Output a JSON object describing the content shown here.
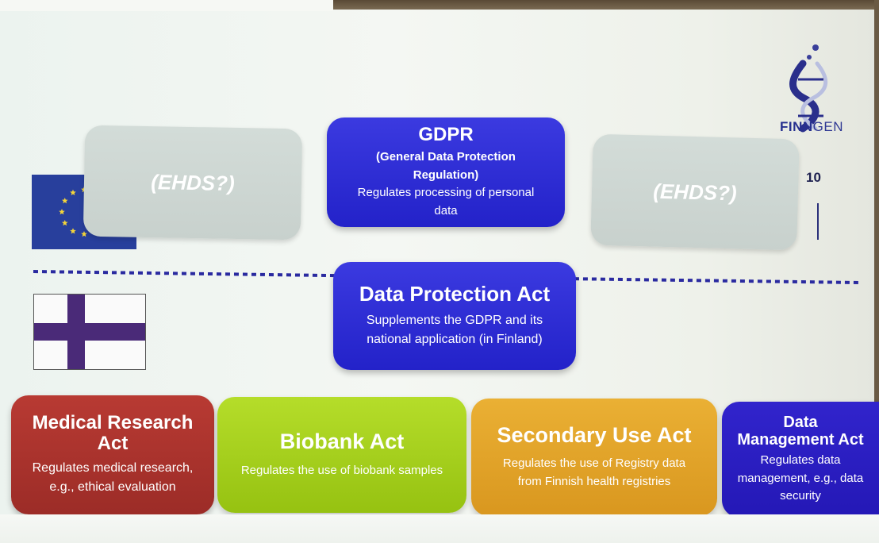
{
  "logo": {
    "name_part1": "FINN",
    "name_part2": "GEN",
    "colors": {
      "primary": "#27318f",
      "helix": "#2a2f8c",
      "dots": "#3a3f9a"
    }
  },
  "page_number": "10",
  "eu": {
    "left_box": {
      "title": "(EHDS?)"
    },
    "center_box": {
      "title": "GDPR",
      "subtitle_line1": "(General Data Protection",
      "subtitle_line2": "Regulation)",
      "desc_line1": "Regulates processing of personal",
      "desc_line2": "data"
    },
    "right_box": {
      "title": "(EHDS?)"
    }
  },
  "national": {
    "center_box": {
      "title": "Data Protection Act",
      "desc_line1": "Supplements the GDPR and its",
      "desc_line2": "national application (in Finland)"
    }
  },
  "acts": [
    {
      "title_line1": "Medical Research",
      "title_line2": "Act",
      "desc_line1": "Regulates medical research,",
      "desc_line2": "e.g., ethical evaluation",
      "color": "#b0342e"
    },
    {
      "title_line1": "Biobank Act",
      "desc_line1": "Regulates the use of biobank samples",
      "color": "#a6d11f"
    },
    {
      "title_line1": "Secondary Use Act",
      "desc_line1": "Regulates the use of Registry data",
      "desc_line2": "from Finnish health registries",
      "color": "#e5a42a"
    },
    {
      "title_line1": "Data",
      "title_line2": "Management Act",
      "desc_line1": "Regulates data",
      "desc_line2": "management, e.g., data",
      "desc_line3": "security",
      "color": "#2a1fc0"
    }
  ],
  "colors": {
    "eu_flag_blue": "#283f9c",
    "eu_star_yellow": "#f3d43a",
    "fi_cross": "#4a2a78",
    "dotted_line": "#2a2aa0",
    "gdpr_blue": "#2f2ed6"
  }
}
